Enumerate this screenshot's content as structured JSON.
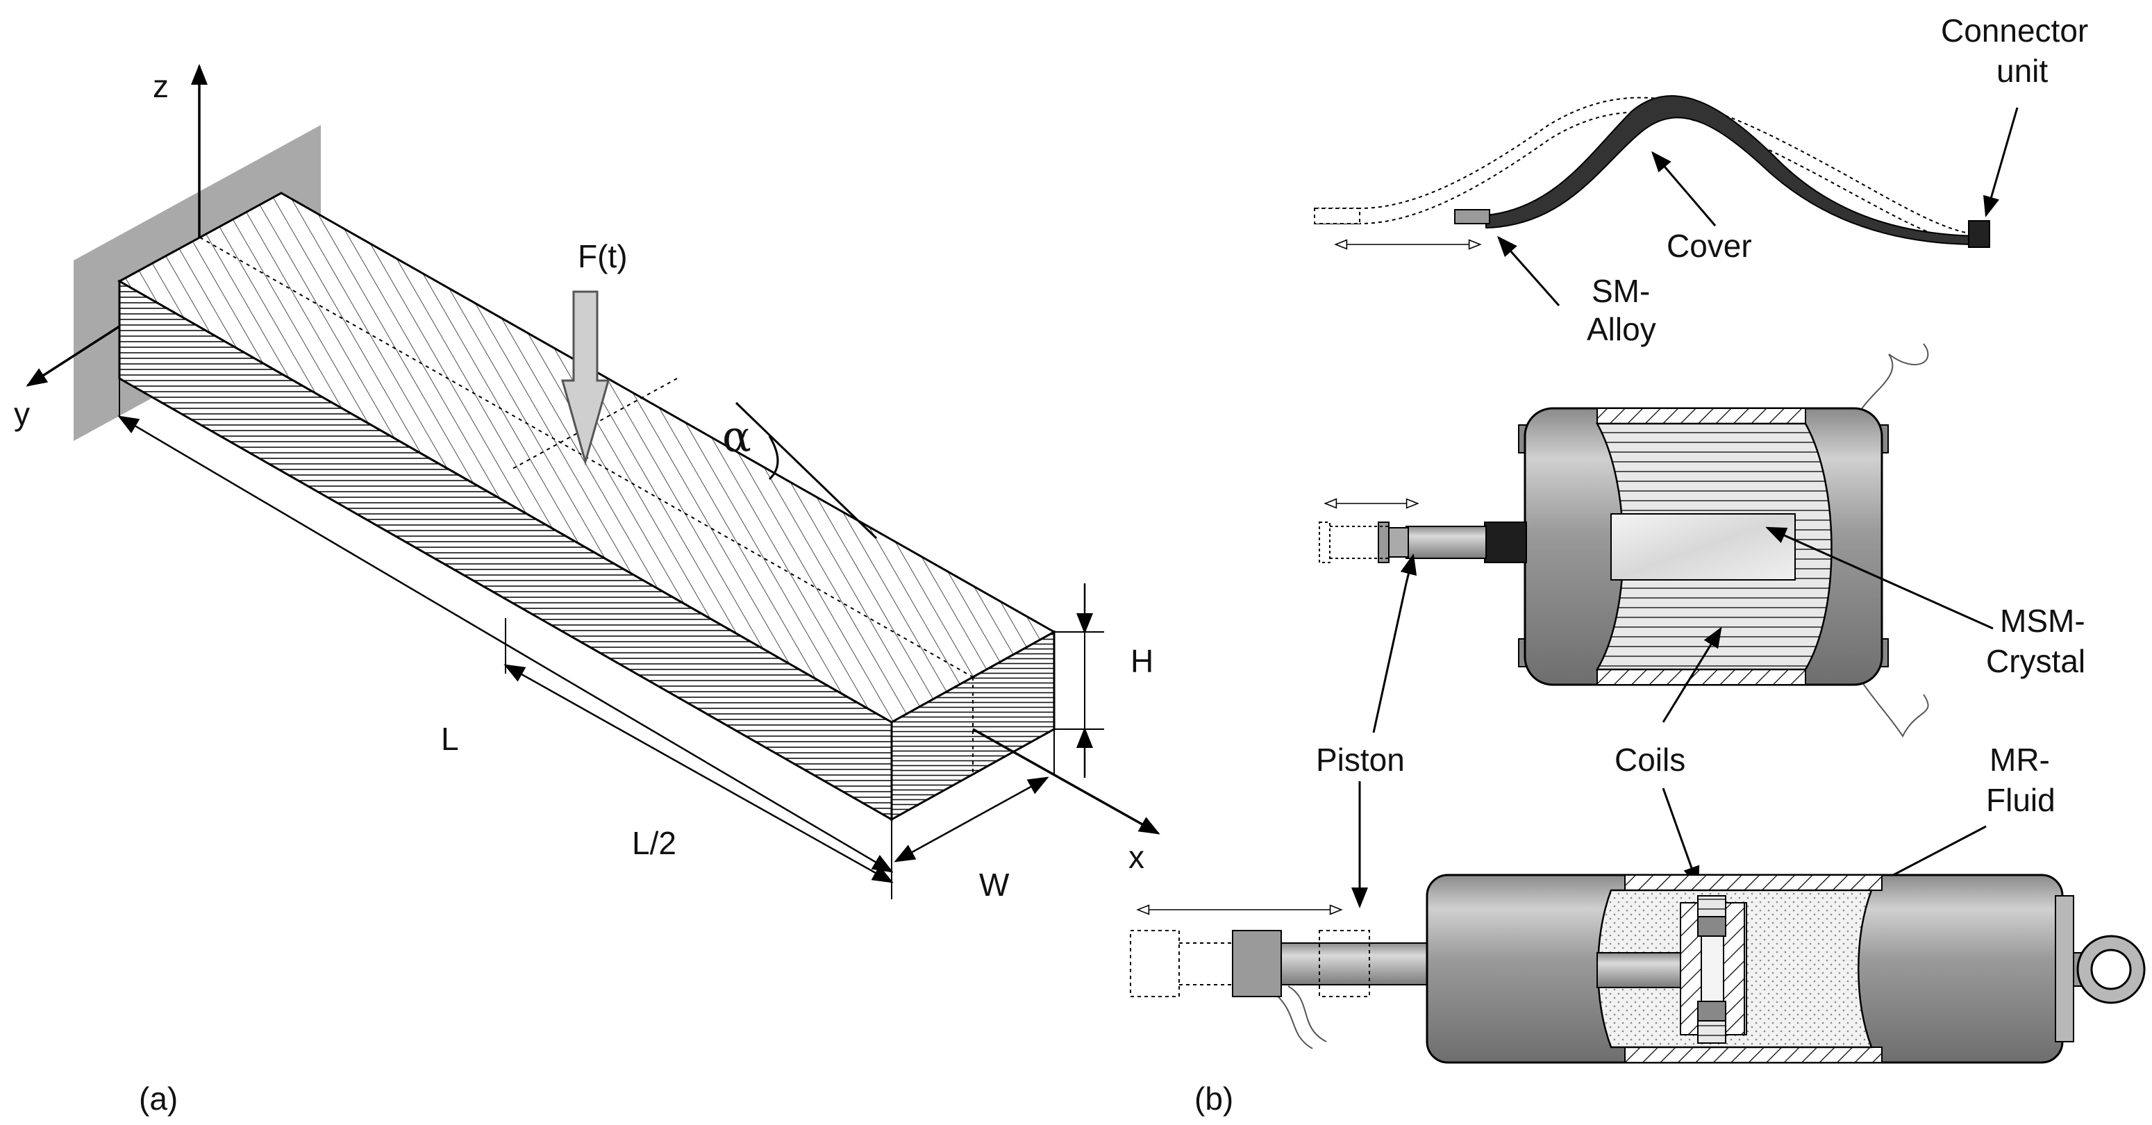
{
  "panel_a": {
    "caption": "(a)",
    "axis_x": "x",
    "axis_y": "y",
    "axis_z": "z",
    "force": "F(t)",
    "angle": "α",
    "length": "L",
    "half_length": "L/2",
    "height": "H",
    "width": "W"
  },
  "panel_b": {
    "caption": "(b)",
    "connector_line1": "Connector",
    "connector_line2": "unit",
    "cover": "Cover",
    "sm_line1": "SM-",
    "sm_line2": "Alloy",
    "msm_line1": "MSM-",
    "msm_line2": "Crystal",
    "piston": "Piston",
    "coils": "Coils",
    "mr_line1": "MR-",
    "mr_line2": "Fluid"
  }
}
